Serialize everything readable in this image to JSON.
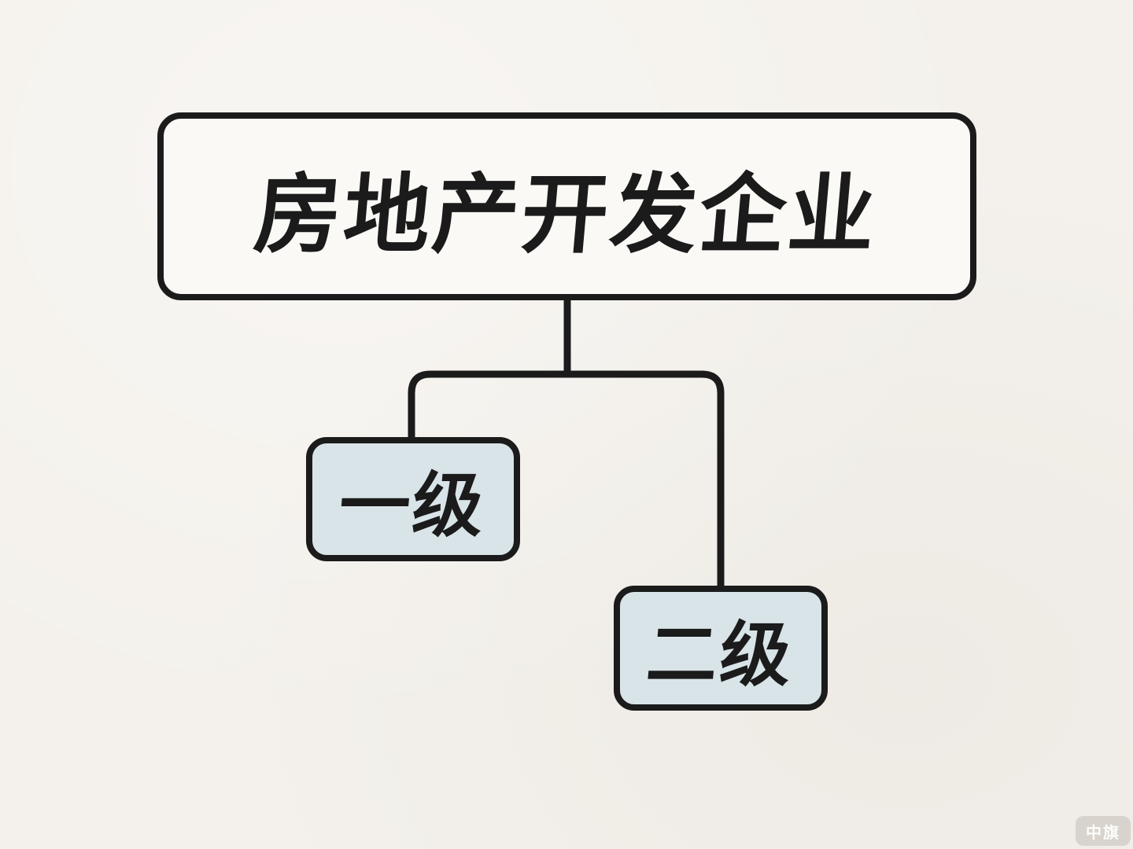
{
  "diagram": {
    "type": "tree",
    "root": {
      "label": "房地产开发企业"
    },
    "children": [
      {
        "label": "一级"
      },
      {
        "label": "二级"
      }
    ]
  },
  "watermark": {
    "label": "中旗"
  },
  "colors": {
    "background": "#f4f1ec",
    "root_fill": "#fbf9f5",
    "child_fill": "#d9e4e8",
    "line_and_text": "#1b1b1b",
    "watermark_bg": "#bab5ac",
    "watermark_text": "#ffffff"
  }
}
